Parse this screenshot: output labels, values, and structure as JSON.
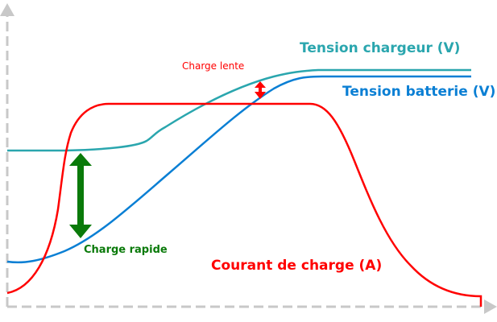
{
  "labels": {
    "charger_voltage": "Tension chargeur (V)",
    "battery_voltage": "Tension batterie (V)",
    "charge_current": "Courant de charge (A)",
    "slow_charge": "Charge lente",
    "fast_charge": "Charge rapide"
  },
  "colors": {
    "charger_voltage": "#2aa6ae",
    "battery_voltage": "#0a7fd4",
    "charge_current": "#ff0000",
    "fast_charge_arrow": "#0a7a0a",
    "axes": "#c8c8c8"
  }
}
